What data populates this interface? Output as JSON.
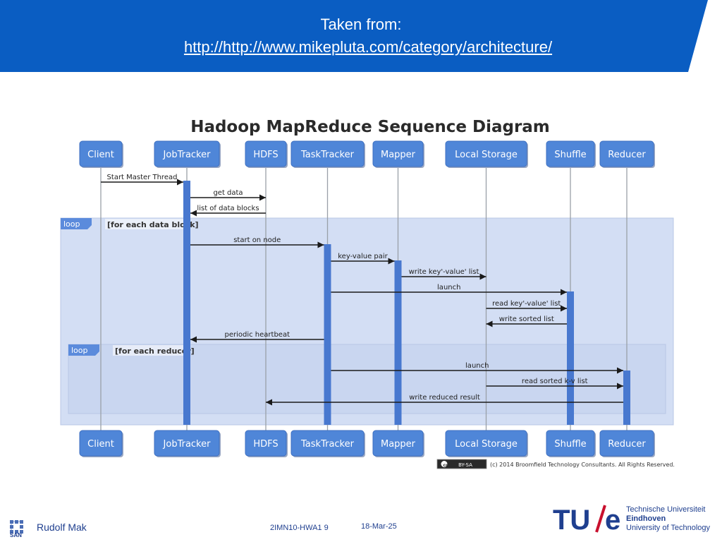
{
  "slide": {
    "title": "Taken from:",
    "url": "http://http://www.mikepluta.com/category/architecture/"
  },
  "diagram": {
    "title": "Hadoop MapReduce Sequence Diagram",
    "participants": [
      "Client",
      "JobTracker",
      "HDFS",
      "TaskTracker",
      "Mapper",
      "Local Storage",
      "Shuffle",
      "Reducer"
    ],
    "messages": [
      {
        "label": "Start Master Thread",
        "from": "Client",
        "to": "JobTracker"
      },
      {
        "label": "get data",
        "from": "JobTracker",
        "to": "HDFS"
      },
      {
        "label": "list of data blocks",
        "from": "HDFS",
        "to": "JobTracker"
      },
      {
        "label": "start on node",
        "from": "JobTracker",
        "to": "TaskTracker"
      },
      {
        "label": "key-value pair",
        "from": "TaskTracker",
        "to": "Mapper"
      },
      {
        "label": "write key'-value' list",
        "from": "Mapper",
        "to": "Local Storage"
      },
      {
        "label": "launch",
        "from": "TaskTracker",
        "to": "Shuffle"
      },
      {
        "label": "read key'-value' list",
        "from": "Local Storage",
        "to": "Shuffle"
      },
      {
        "label": "write sorted list",
        "from": "Shuffle",
        "to": "Local Storage"
      },
      {
        "label": "periodic heartbeat",
        "from": "TaskTracker",
        "to": "JobTracker"
      },
      {
        "label": "launch",
        "from": "TaskTracker",
        "to": "Reducer"
      },
      {
        "label": "read sorted k-v list",
        "from": "Local Storage",
        "to": "Reducer"
      },
      {
        "label": "write reduced result",
        "from": "Reducer",
        "to": "HDFS"
      }
    ],
    "loops": [
      {
        "tag": "loop",
        "condition": "[for each data block]"
      },
      {
        "tag": "loop",
        "condition": "[for each reducer]"
      }
    ],
    "license_badge": "BY-SA",
    "copyright": "(c) 2014 Broomfield Technology Consultants. All Rights Reserved."
  },
  "footer": {
    "author": "Rudolf Mak",
    "course": "2IMN10-HWA1 9",
    "date": "18-Mar-25",
    "san_label": "SAN",
    "tue_logo_text": "TU/e",
    "tue_name": [
      "Technische Universiteit",
      "Eindhoven",
      "University of Technology"
    ]
  },
  "colors": {
    "header_blue": "#0a5dc2",
    "participant_blue": "#4f86d8",
    "loop_fill": "#d3def4",
    "activation": "#4878cf",
    "tue_red": "#c8102e",
    "tue_blue": "#1f3f8f"
  }
}
